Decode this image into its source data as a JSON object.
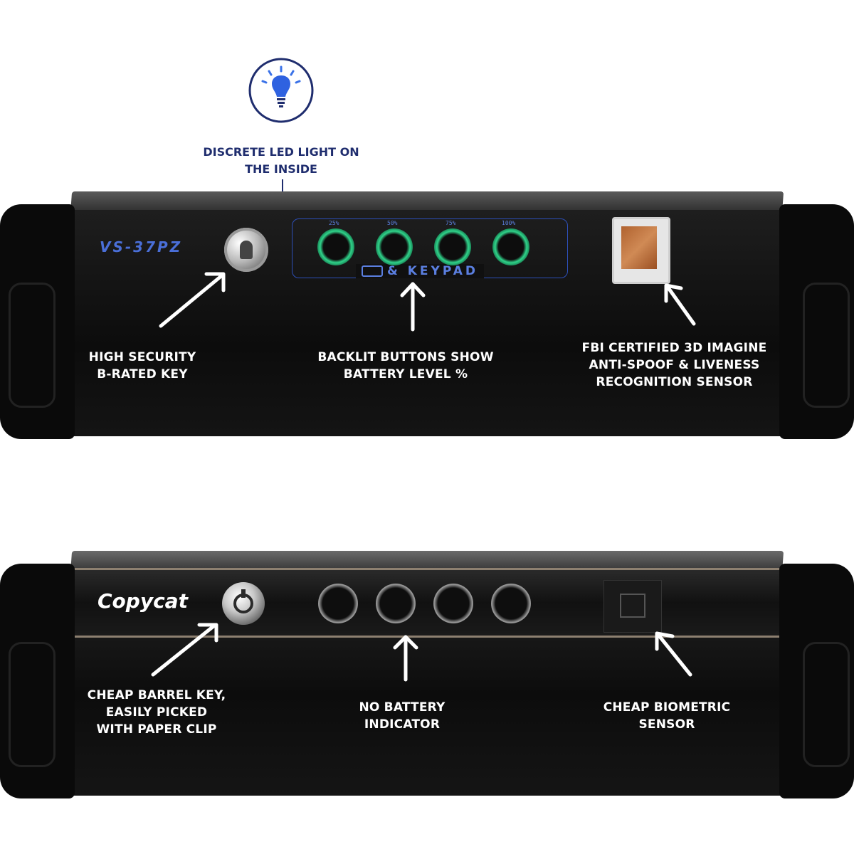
{
  "led_callout": {
    "text": "DISCRETE LED LIGHT ON THE INSIDE",
    "color": "#1f2d6e",
    "icon": "lightbulb-icon"
  },
  "top_safe": {
    "model": "VS-37PZ",
    "keypad_label": "& KEYPAD",
    "button_labels": [
      "25%",
      "50%",
      "75%",
      "100%"
    ],
    "callouts": {
      "key": "HIGH SECURITY B-RATED KEY",
      "buttons": "BACKLIT BUTTONS SHOW BATTERY LEVEL %",
      "sensor": "FBI CERTIFIED 3D IMAGINE ANTI-SPOOF & LIVENESS RECOGNITION SENSOR"
    }
  },
  "bottom_safe": {
    "brand": "Copycat",
    "callouts": {
      "key": "CHEAP BARREL KEY, EASILY PICKED WITH PAPER CLIP",
      "buttons": "NO BATTERY INDICATOR",
      "sensor": "CHEAP BIOMETRIC SENSOR"
    }
  },
  "colors": {
    "body": "#121212",
    "accent_blue": "#1f2d6e",
    "button_glow": "#2fd38a",
    "model_text": "#4a6fd8"
  }
}
